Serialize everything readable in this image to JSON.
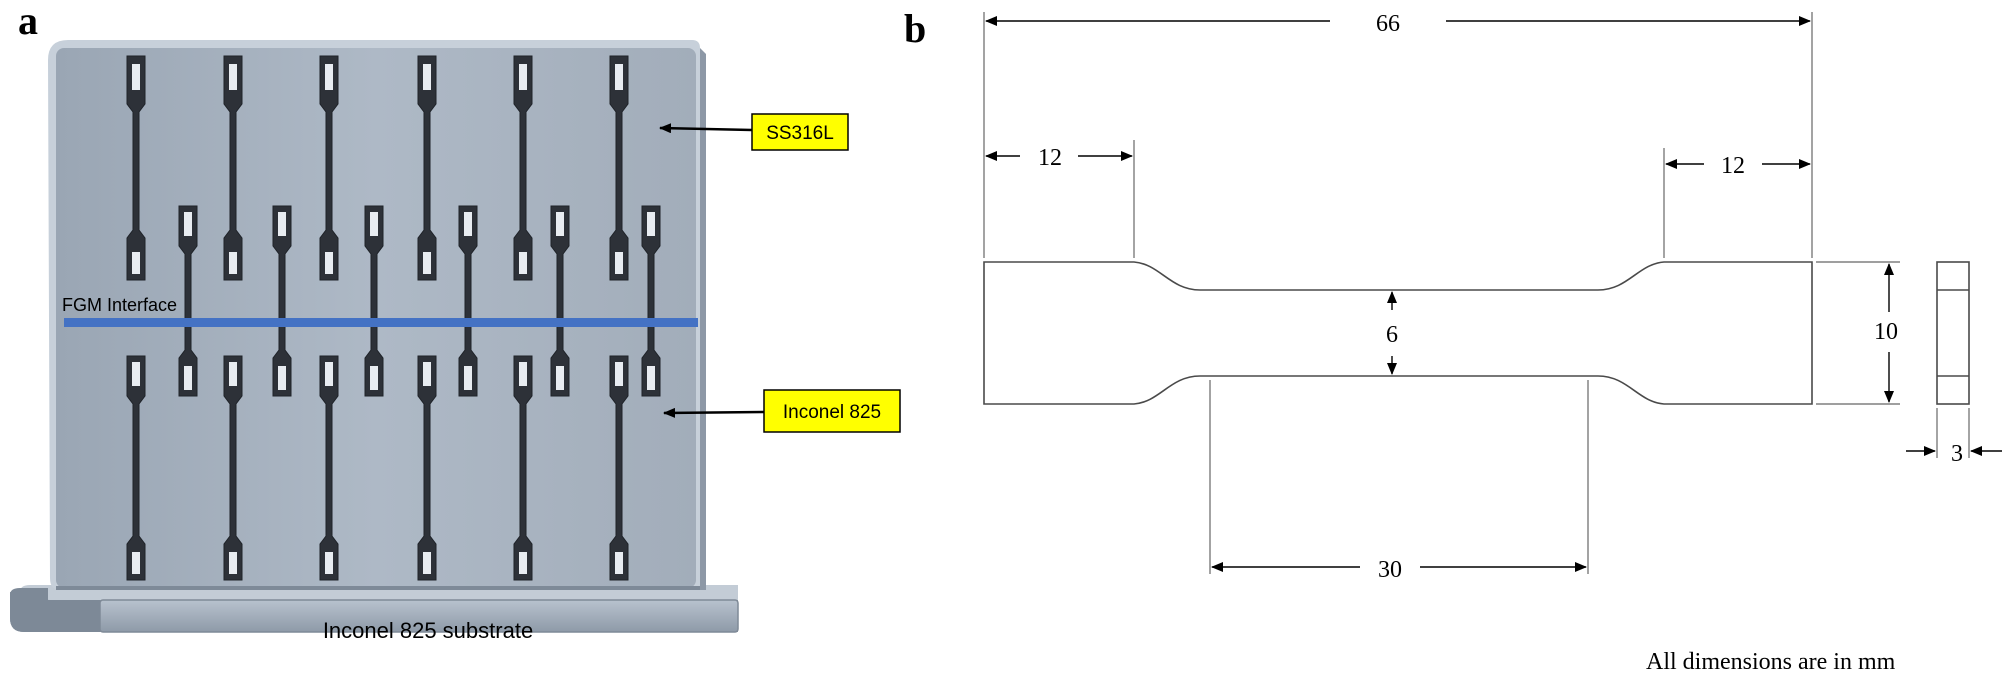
{
  "panel_a": {
    "letter": "a",
    "interface_label": "FGM Interface",
    "top_material_label": "SS316L",
    "bottom_material_label": "Inconel 825",
    "substrate_label": "Inconel 825 substrate",
    "colors": {
      "plate": "#a9b4c1",
      "plate_edge": "#d6dde6",
      "base": "#9aa6b3",
      "interface_line": "#4472c4",
      "label_fill": "#ffff00"
    }
  },
  "panel_b": {
    "letter": "b",
    "dimensions": {
      "overall_length": "66",
      "left_grip_length": "12",
      "right_grip_length": "12",
      "gauge_width": "6",
      "grip_width": "10",
      "gauge_length": "30",
      "thickness": "3"
    },
    "note": "All dimensions are in mm"
  }
}
